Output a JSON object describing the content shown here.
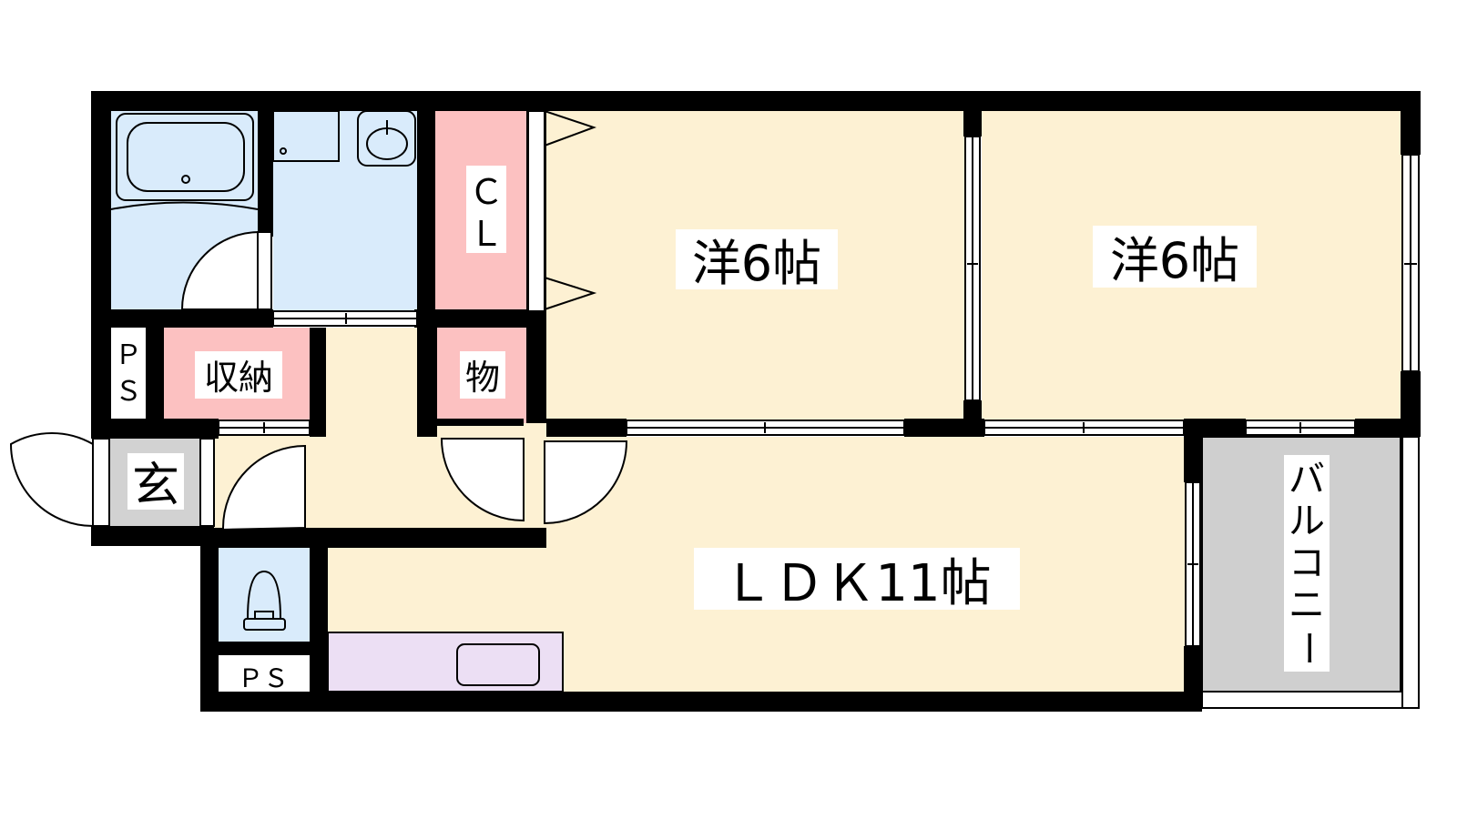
{
  "colors": {
    "wall": "#000000",
    "room_beige": "#fdf1d3",
    "wet_area_blue": "#d9ebfb",
    "storage_pink": "#fcc1c1",
    "entrance_gray": "#d2d2d2",
    "kitchen_lavender": "#ecdff4",
    "balcony_gray": "#cfcfcf"
  },
  "rooms": {
    "western_1": "洋6帖",
    "western_2": "洋6帖",
    "ldk": "ＬＤＫ11帖",
    "closet_line1": "Ｃ",
    "closet_line2": "Ｌ",
    "storage": "収納",
    "storeroom": "物",
    "entrance": "玄",
    "ps_top_line1": "Ｐ",
    "ps_top_line2": "Ｓ",
    "ps_bottom": "ＰＳ",
    "balcony_chars": [
      "バ",
      "ル",
      "コ",
      "ニ",
      "ー"
    ]
  },
  "icons": [
    "bathtub-icon",
    "washbasin-icon",
    "washing-machine-icon",
    "toilet-icon",
    "kitchen-sink-icon"
  ]
}
